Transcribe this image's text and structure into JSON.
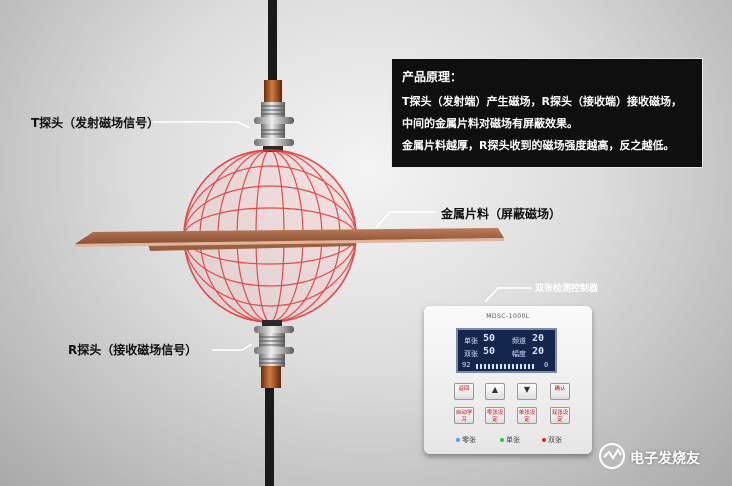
{
  "labels": {
    "t_probe": "T探头（发射磁场信号）",
    "metal": "金属片料（屏蔽磁场）",
    "r_probe": "R探头（接收磁场信号）",
    "controller": "双张检测控制器"
  },
  "info": {
    "title": "产品原理：",
    "lines": [
      "T探头（发射端）产生磁场，R探头（接收端）接收磁场，",
      "中间的金属片料对磁场有屏蔽效果。",
      "金属片料越厚，R探头收到的磁场强度越高，反之越低。"
    ]
  },
  "device": {
    "model": "MDSC-1000L",
    "lcd": {
      "row1_label1": "单张",
      "row1_value1": "50",
      "row1_label2": "频道",
      "row1_value2": "20",
      "row2_label1": "双张",
      "row2_value1": "50",
      "row2_label2": "幅度",
      "row2_value2": "20",
      "bottom_left": "92",
      "bottom_right": "0"
    },
    "buttons": {
      "return": "返回",
      "up": "▲",
      "down": "▼",
      "confirm": "确认",
      "auto_learn": "自动学习",
      "zero_set": "零张设定",
      "single_set": "单张设定",
      "double_set": "双张设定"
    },
    "indicators": {
      "zero": "零张",
      "single": "单张",
      "double": "双张"
    },
    "colors": {
      "zero": "#33aaff",
      "single": "#22cc44",
      "double": "#ee2222"
    }
  },
  "watermark": "电子发烧友"
}
